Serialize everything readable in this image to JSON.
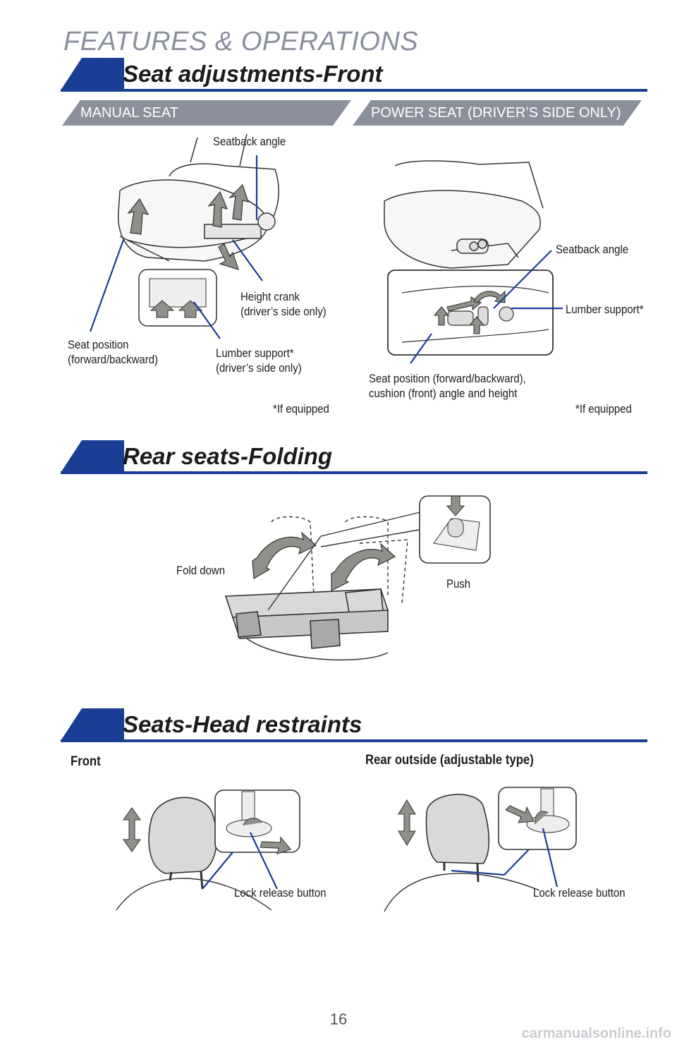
{
  "chapter": "FEATURES & OPERATIONS",
  "sections": {
    "seat_front": {
      "title": "Seat adjustments-Front",
      "manual_tab": "MANUAL SEAT",
      "power_tab": "POWER SEAT (DRIVER’S SIDE ONLY)",
      "manual_labels": {
        "seatback_angle": "Seatback angle",
        "height_crank": "Height crank\n(driver’s side only)",
        "seat_position": "Seat position\n(forward/backward)",
        "lumber_support": "Lumber support*\n(driver’s side only)",
        "footnote": "*If equipped"
      },
      "power_labels": {
        "seatback_angle": "Seatback angle",
        "lumber_support": "Lumber support*",
        "seat_position": "Seat position (forward/backward),\ncushion (front) angle and height",
        "footnote": "*If equipped"
      }
    },
    "rear_folding": {
      "title": "Rear seats-Folding",
      "fold_down": "Fold down",
      "push": "Push"
    },
    "head_restraints": {
      "title": "Seats-Head restraints",
      "front_label": "Front",
      "rear_label": "Rear outside (adjustable type)",
      "lock_release_front": "Lock release button",
      "lock_release_rear": "Lock release button"
    }
  },
  "page_number": "16",
  "watermark": "carmanualsonline.info",
  "colors": {
    "accent": "#1a3e94",
    "tab_gray": "#8c909c",
    "arrow_gray": "#8e9189"
  }
}
